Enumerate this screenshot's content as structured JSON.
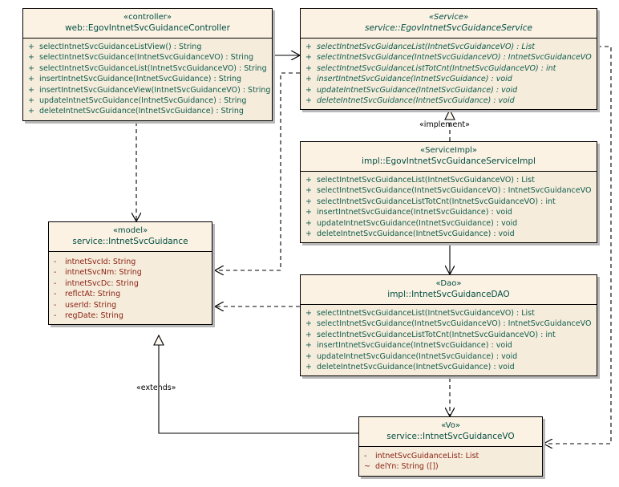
{
  "diagram": {
    "title": "IntnetSvcGuidance UML class diagram",
    "background": "#ffffff",
    "class_fill": "#f6ecdc",
    "class_header_fill": "#fbf2e4",
    "operation_color": "#0d5c4a",
    "attribute_color": "#8b2212",
    "line_color": "#000000"
  },
  "classes": {
    "controller": {
      "stereotype": "«controller»",
      "name": "web::EgovIntnetSvcGuidanceController",
      "italic": false,
      "members": [
        {
          "vis": "+",
          "text": "selectIntnetSvcGuidanceListView() : String"
        },
        {
          "vis": "+",
          "text": "selectIntnetSvcGuidance(IntnetSvcGuidanceVO) : String"
        },
        {
          "vis": "+",
          "text": "selectIntnetSvcGuidanceList(IntnetSvcGuidanceVO) : String"
        },
        {
          "vis": "+",
          "text": "insertIntnetSvcGuidance(IntnetSvcGuidance) : String"
        },
        {
          "vis": "+",
          "text": "insertIntnetSvcGuidanceView(IntnetSvcGuidanceVO) : String"
        },
        {
          "vis": "+",
          "text": "updateIntnetSvcGuidance(IntnetSvcGuidance) : String"
        },
        {
          "vis": "+",
          "text": "deleteIntnetSvcGuidance(IntnetSvcGuidance) : String"
        }
      ]
    },
    "service": {
      "stereotype": "«Service»",
      "name": "service::EgovIntnetSvcGuidanceService",
      "italic": true,
      "members": [
        {
          "vis": "+",
          "text": "selectIntnetSvcGuidanceList(IntnetSvcGuidanceVO) : List"
        },
        {
          "vis": "+",
          "text": "selectIntnetSvcGuidance(IntnetSvcGuidanceVO) : IntnetSvcGuidanceVO"
        },
        {
          "vis": "+",
          "text": "selectIntnetSvcGuidanceListTotCnt(IntnetSvcGuidanceVO) : int"
        },
        {
          "vis": "+",
          "text": "insertIntnetSvcGuidance(IntnetSvcGuidance) : void"
        },
        {
          "vis": "+",
          "text": "updateIntnetSvcGuidance(IntnetSvcGuidance) : void"
        },
        {
          "vis": "+",
          "text": "deleteIntnetSvcGuidance(IntnetSvcGuidance) : void"
        }
      ]
    },
    "serviceimpl": {
      "stereotype": "«ServiceImpl»",
      "name": "impl::EgovIntnetSvcGuidanceServiceImpl",
      "italic": false,
      "members": [
        {
          "vis": "+",
          "text": "selectIntnetSvcGuidanceList(IntnetSvcGuidanceVO) : List"
        },
        {
          "vis": "+",
          "text": "selectIntnetSvcGuidance(IntnetSvcGuidanceVO) : IntnetSvcGuidanceVO"
        },
        {
          "vis": "+",
          "text": "selectIntnetSvcGuidanceListTotCnt(IntnetSvcGuidanceVO) : int"
        },
        {
          "vis": "+",
          "text": "insertIntnetSvcGuidance(IntnetSvcGuidance) : void"
        },
        {
          "vis": "+",
          "text": "updateIntnetSvcGuidance(IntnetSvcGuidance) : void"
        },
        {
          "vis": "+",
          "text": "deleteIntnetSvcGuidance(IntnetSvcGuidance) : void"
        }
      ]
    },
    "dao": {
      "stereotype": "«Dao»",
      "name": "impl::IntnetSvcGuidanceDAO",
      "italic": false,
      "members": [
        {
          "vis": "+",
          "text": "selectIntnetSvcGuidanceList(IntnetSvcGuidanceVO) : List"
        },
        {
          "vis": "+",
          "text": "selectIntnetSvcGuidance(IntnetSvcGuidanceVO) : IntnetSvcGuidanceVO"
        },
        {
          "vis": "+",
          "text": "selectIntnetSvcGuidanceListTotCnt(IntnetSvcGuidanceVO) : int"
        },
        {
          "vis": "+",
          "text": "insertIntnetSvcGuidance(IntnetSvcGuidance) : void"
        },
        {
          "vis": "+",
          "text": "updateIntnetSvcGuidance(IntnetSvcGuidance) : void"
        },
        {
          "vis": "+",
          "text": "deleteIntnetSvcGuidance(IntnetSvcGuidance) : void"
        }
      ]
    },
    "model": {
      "stereotype": "«model»",
      "name": "service::IntnetSvcGuidance",
      "italic": false,
      "members": [
        {
          "vis": "-",
          "text": "intnetSvcId:  String"
        },
        {
          "vis": "-",
          "text": "intnetSvcNm:  String"
        },
        {
          "vis": "-",
          "text": "intnetSvcDc:  String"
        },
        {
          "vis": "-",
          "text": "reflctAt:  String"
        },
        {
          "vis": "-",
          "text": "userId:  String"
        },
        {
          "vis": "-",
          "text": "regDate:  String"
        }
      ]
    },
    "vo": {
      "stereotype": "«Vo»",
      "name": "service::IntnetSvcGuidanceVO",
      "italic": false,
      "members": [
        {
          "vis": "-",
          "text": "intnetSvcGuidanceList:  List"
        },
        {
          "vis": "~",
          "text": "delYn:  String ([])"
        }
      ]
    }
  },
  "edge_labels": {
    "implement": "«implement»",
    "extends": "«extends»"
  }
}
